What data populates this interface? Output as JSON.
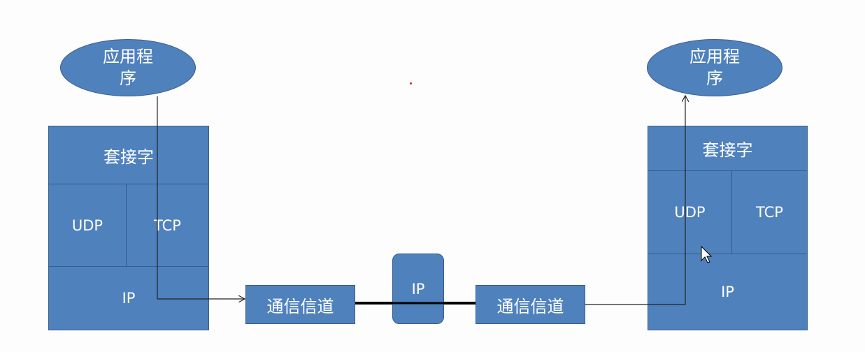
{
  "left_host": {
    "application": "应用程序",
    "socket": "套接字",
    "udp": "UDP",
    "tcp": "TCP",
    "ip": "IP"
  },
  "right_host": {
    "application": "应用程序",
    "socket": "套接字",
    "udp": "UDP",
    "tcp": "TCP",
    "ip": "IP"
  },
  "channel_left": "通信信道",
  "channel_right": "通信信道",
  "router_ip": "IP",
  "colors": {
    "box_fill": "#4f81bd",
    "box_border": "#385d8a",
    "box_text": "#ffffff",
    "line": "#000000"
  }
}
